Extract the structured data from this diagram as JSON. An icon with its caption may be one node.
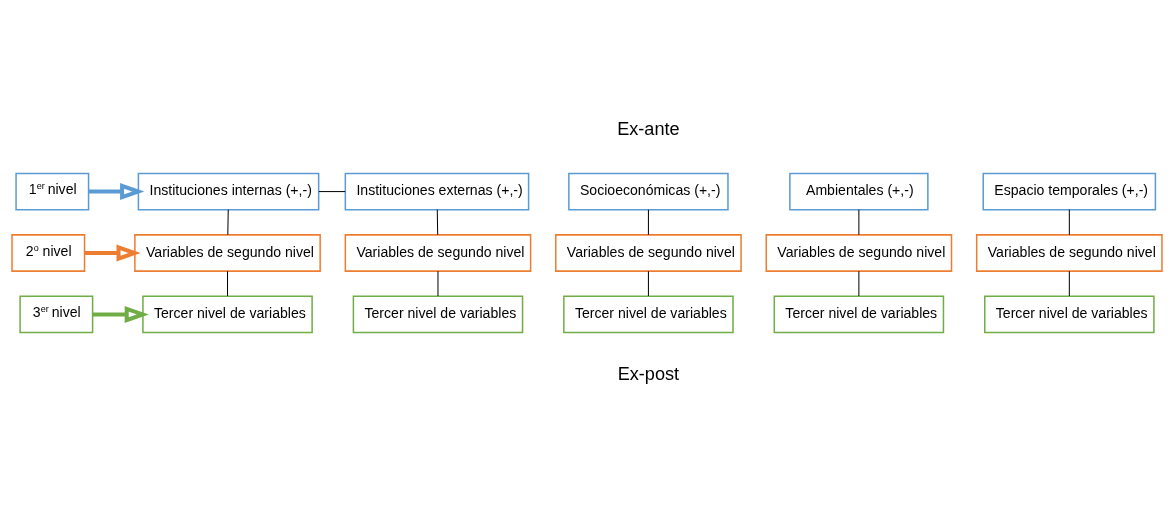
{
  "diagram": {
    "nodes": [
      {
        "text": [
          "1$^{er}$ nivel"
        ]
      },
      {
        "text": [
          "Instituciones internas (+,-)"
        ]
      },
      {
        "text": [
          "Instituciones externas (+,-)"
        ]
      },
      {
        "text": [
          "Socioeconómicas (+,-)"
        ]
      },
      {
        "text": [
          "Ambientales (+,-)"
        ]
      },
      {
        "text": [
          "Espacio temporales (+,-)"
        ]
      },
      {
        "text": [
          "2$^{o}$ nivel"
        ]
      },
      {
        "text": [
          "Variables de segundo nivel"
        ]
      },
      {
        "text": [
          "Variables de segundo nivel"
        ]
      },
      {
        "text": [
          "Variables de segundo nivel"
        ]
      },
      {
        "text": [
          "Variables de segundo nivel"
        ]
      },
      {
        "text": [
          "Variables de segundo nivel"
        ]
      },
      {
        "text": [
          "3$^{er}$ nivel"
        ]
      },
      {
        "text": [
          "Tercer nivel de variables"
        ]
      },
      {
        "text": [
          "Tercer nivel de variables"
        ]
      },
      {
        "text": [
          "Tercer nivel de variables"
        ]
      },
      {
        "text": [
          "Tercer nivel de variables"
        ]
      },
      {
        "text": [
          "Tercer nivel de variables"
        ]
      }
    ],
    "edges": [
      {
        "from": 0,
        "to": 1,
        "arrow": "to",
        "style": "thick",
        "color": "#5b9bd5"
      },
      {
        "from": 1,
        "to": 2,
        "arrow": "none"
      },
      {
        "from": 6,
        "to": 7,
        "arrow": "to",
        "style": "thick",
        "color": "#ed7d31"
      },
      {
        "from": 12,
        "to": 13,
        "arrow": "to",
        "style": "thick",
        "color": "#70ad47"
      },
      {
        "from": 1,
        "to": 7,
        "arrow": "none"
      },
      {
        "from": 7,
        "to": 13,
        "arrow": "none"
      },
      {
        "from": 2,
        "to": 8,
        "arrow": "none"
      },
      {
        "from": 8,
        "to": 14,
        "arrow": "none"
      },
      {
        "from": 3,
        "to": 9,
        "arrow": "none"
      },
      {
        "from": 9,
        "to": 15,
        "arrow": "none"
      },
      {
        "from": 4,
        "to": 10,
        "arrow": "none"
      },
      {
        "from": 10,
        "to": 16,
        "arrow": "none"
      },
      {
        "from": 5,
        "to": 11,
        "arrow": "none"
      },
      {
        "from": 11,
        "to": 17,
        "arrow": "none"
      }
    ],
    "labels": [
      "Ex-ante",
      "Ex-post"
    ]
  }
}
